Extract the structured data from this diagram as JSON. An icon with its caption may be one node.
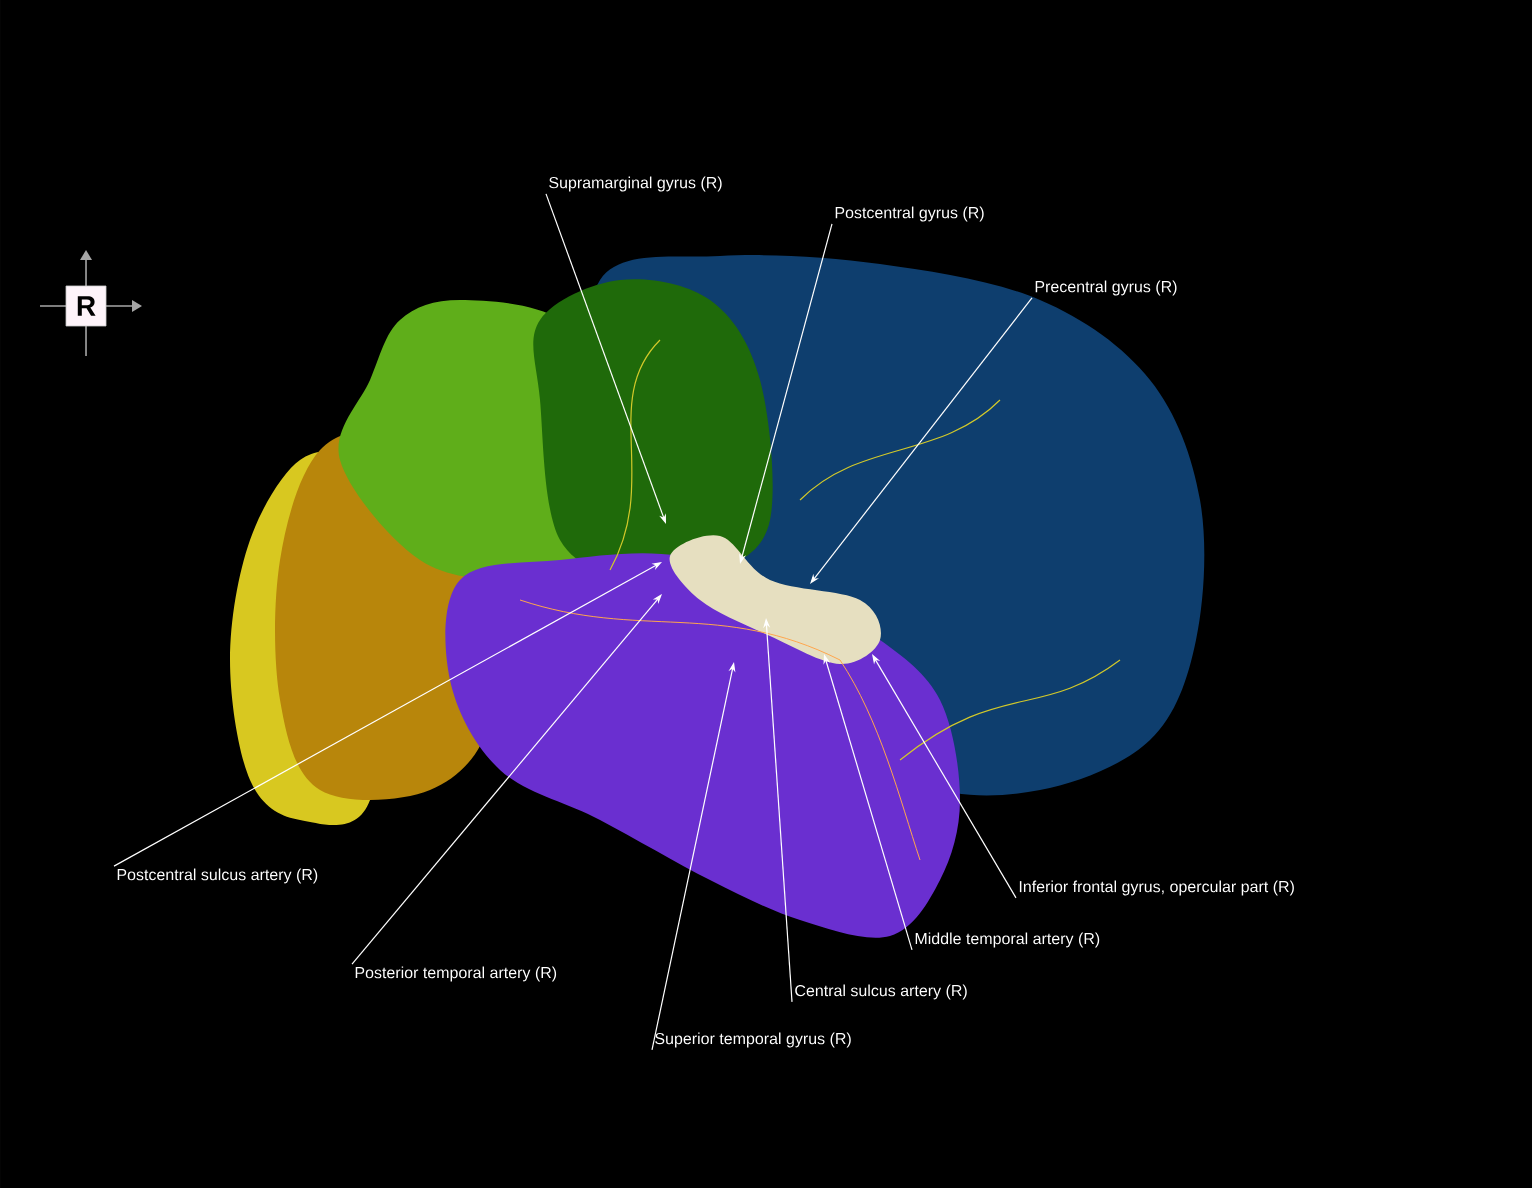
{
  "diagram": {
    "nodes": [
      {
        "text": [
          "Supramarginal gyrus (R)"
        ]
      },
      {
        "text": [
          "Postcentral gyrus (R)"
        ]
      },
      {
        "text": [
          "Precentral gyrus (R)"
        ]
      },
      {
        "text": [
          "R"
        ]
      },
      {
        "text": [
          "Postcentral sulcus artery (R)"
        ]
      },
      {
        "text": [
          "Inferior frontal gyrus, opercular part (R)"
        ]
      },
      {
        "text": [
          "Middle temporal artery (R)"
        ]
      },
      {
        "text": [
          "Posterior temporal artery (R)"
        ]
      },
      {
        "text": [
          "Central sulcus artery (R)"
        ]
      },
      {
        "text": [
          "Superior temporal gyrus (R)"
        ]
      }
    ],
    "edges": [
      {
        "from": 0,
        "to": null,
        "arrow": "to"
      },
      {
        "from": 1,
        "to": null,
        "arrow": "to"
      },
      {
        "from": 2,
        "to": null,
        "arrow": "to"
      },
      {
        "from": 4,
        "to": null,
        "arrow": "to"
      },
      {
        "from": 5,
        "to": null,
        "arrow": "to"
      },
      {
        "from": 6,
        "to": null,
        "arrow": "to"
      },
      {
        "from": 7,
        "to": null,
        "arrow": "to"
      },
      {
        "from": 8,
        "to": null,
        "arrow": "to"
      },
      {
        "from": 9,
        "to": null,
        "arrow": "to"
      }
    ]
  }
}
